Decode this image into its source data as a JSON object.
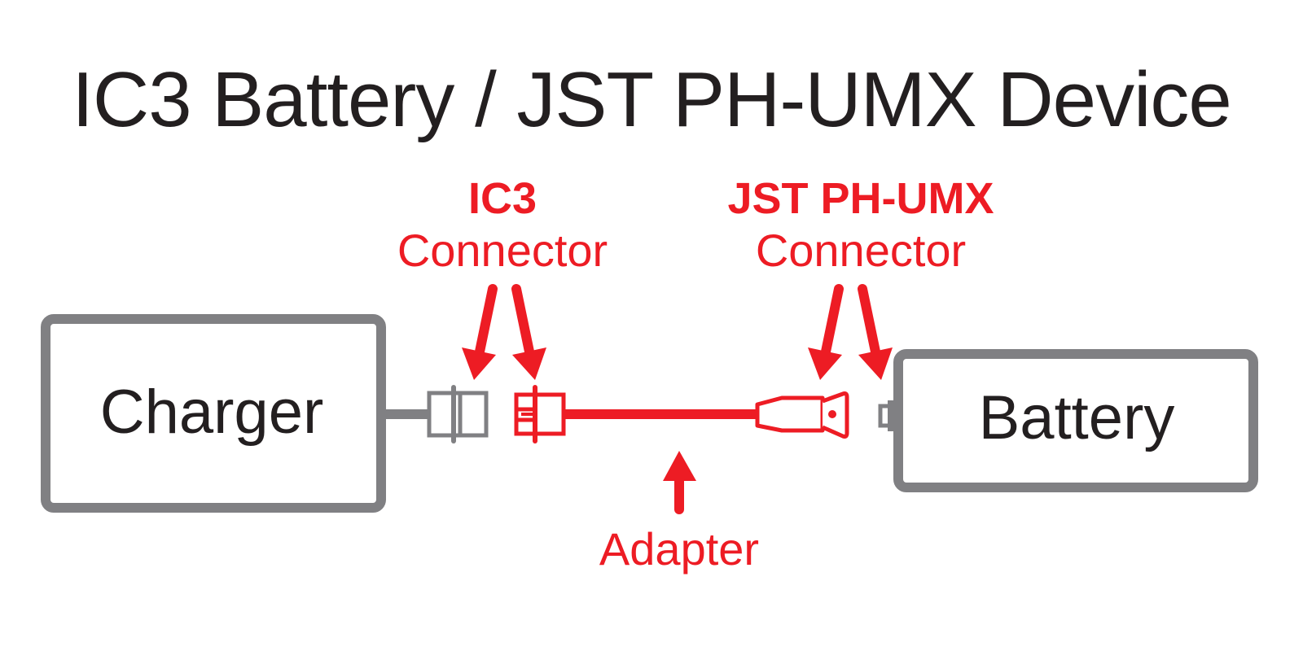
{
  "title": "IC3 Battery / JST PH-UMX Device",
  "colors": {
    "text": "#231f20",
    "accent": "#ed1c24",
    "outline": "#808083",
    "background": "#ffffff"
  },
  "boxes": {
    "charger": {
      "label": "Charger"
    },
    "battery": {
      "label": "Battery"
    }
  },
  "callouts": {
    "ic3": {
      "line1": "IC3",
      "line2": "Connector",
      "arrow_count": 2
    },
    "jst": {
      "line1": "JST PH-UMX",
      "line2": "Connector",
      "arrow_count": 2
    },
    "adapter": {
      "label": "Adapter",
      "arrow_count": 1
    }
  },
  "components": {
    "charger_port": "IC3 charger-side connector (gray)",
    "adapter_ic3_end": "IC3 adapter connector (red)",
    "adapter_cable": "adapter cable (red)",
    "adapter_jst_end": "JST PH-UMX adapter plug (red)",
    "battery_port": "JST PH-UMX battery socket (gray)"
  }
}
